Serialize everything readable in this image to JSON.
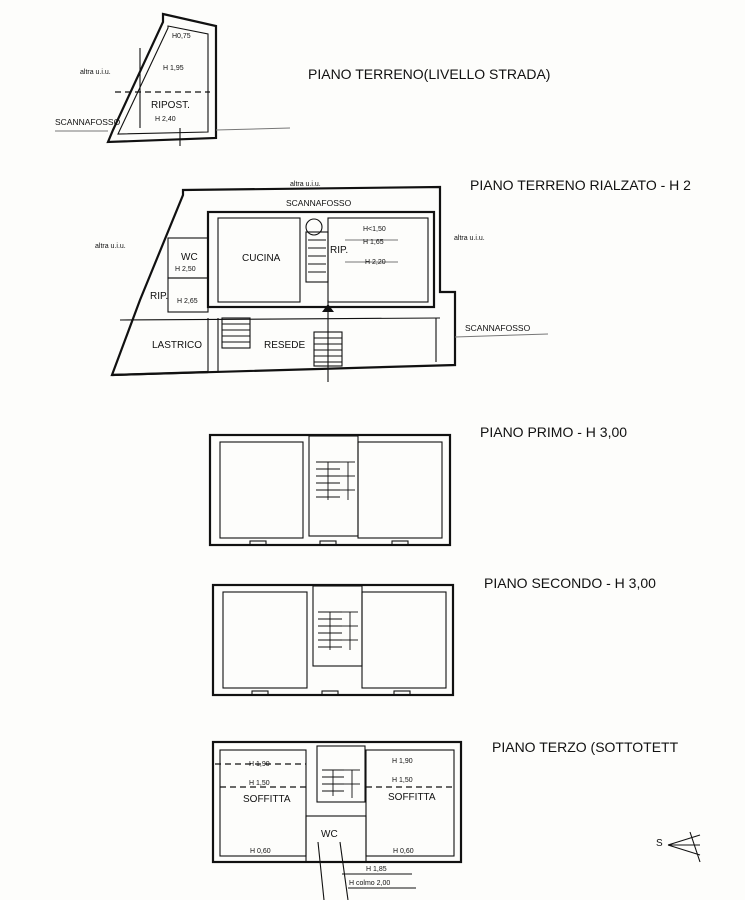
{
  "floors": {
    "terreno": {
      "title": "PIANO TERRENO(LIVELLO STRADA)",
      "h_top": "H0,75",
      "h_mid": "H 1,95",
      "room": "RIPOST.",
      "room_h": "H 2,40",
      "altra": "altra u.i.u.",
      "scannafosso": "SCANNAFOSSO"
    },
    "rialzato": {
      "title": "PIANO TERRENO RIALZATO - H 2",
      "altra_top": "altra u.i.u.",
      "altra_left": "altra u.i.u.",
      "altra_right": "altra u.i.u.",
      "scannafosso_top": "SCANNAFOSSO",
      "scannafosso_right": "SCANNAFOSSO",
      "wc": "WC",
      "wc_h": "H 2,50",
      "rip_left": "RIP.",
      "rip_left_h": "H 2,65",
      "cucina": "CUCINA",
      "rip_right": "RIP.",
      "h_a": "H<1,50",
      "h_b": "H 1,65",
      "h_c": "H 2,20",
      "lastrico": "LASTRICO",
      "resede": "RESEDE"
    },
    "primo": {
      "title": "PIANO PRIMO - H 3,00"
    },
    "secondo": {
      "title": "PIANO SECONDO - H 3,00"
    },
    "terzo": {
      "title": "PIANO TERZO (SOTTOTETT",
      "left_h1": "H 1,90",
      "left_h2": "H 1,50",
      "left_room": "SOFFITTA",
      "left_h3": "H 0,60",
      "right_h1": "H 1,90",
      "right_h2": "H 1,50",
      "right_room": "SOFFITTA",
      "right_h3": "H 0,60",
      "wc": "WC",
      "wc_h": "H 1,85",
      "colmo": "H colmo 2,00"
    }
  },
  "north": {
    "label": "S"
  }
}
